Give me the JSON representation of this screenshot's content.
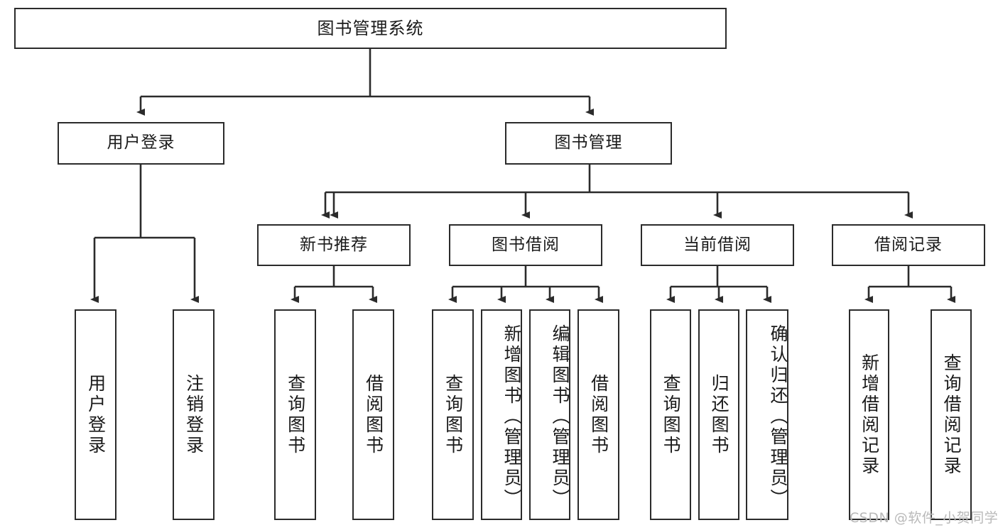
{
  "diagram": {
    "title": "图书管理系统",
    "type": "hierarchy-tree",
    "watermark": "CSDN @软件_小贺同学",
    "colors": {
      "stroke": "#2b2b2b",
      "fill": "#ffffff",
      "text": "#1a1a1a",
      "watermark": "#b9b9b9"
    },
    "levels": [
      {
        "level": 1,
        "nodes": [
          {
            "id": "root",
            "label": "图书管理系统"
          }
        ]
      },
      {
        "level": 2,
        "nodes": [
          {
            "id": "login",
            "label": "用户登录",
            "parent": "root"
          },
          {
            "id": "bookmgmt",
            "label": "图书管理",
            "parent": "root"
          }
        ]
      },
      {
        "level": 3,
        "nodes": [
          {
            "id": "newbook",
            "label": "新书推荐",
            "parent": "bookmgmt"
          },
          {
            "id": "borrow",
            "label": "图书借阅",
            "parent": "bookmgmt"
          },
          {
            "id": "current",
            "label": "当前借阅",
            "parent": "bookmgmt"
          },
          {
            "id": "record",
            "label": "借阅记录",
            "parent": "bookmgmt"
          }
        ]
      },
      {
        "level": 4,
        "nodes": [
          {
            "id": "leaf-user-login",
            "label": "用户登录",
            "parent": "login"
          },
          {
            "id": "leaf-user-logout",
            "label": "注销登录",
            "parent": "login"
          },
          {
            "id": "leaf-newbook-query",
            "label": "查询图书",
            "parent": "newbook"
          },
          {
            "id": "leaf-newbook-borrow",
            "label": "借阅图书",
            "parent": "newbook"
          },
          {
            "id": "leaf-borrow-query",
            "label": "查询图书",
            "parent": "borrow"
          },
          {
            "id": "leaf-borrow-add",
            "label": "新增图书（管理员）",
            "parent": "borrow"
          },
          {
            "id": "leaf-borrow-edit",
            "label": "编辑图书（管理员）",
            "parent": "borrow"
          },
          {
            "id": "leaf-borrow-lend",
            "label": "借阅图书",
            "parent": "borrow"
          },
          {
            "id": "leaf-current-query",
            "label": "查询图书",
            "parent": "current"
          },
          {
            "id": "leaf-current-return",
            "label": "归还图书",
            "parent": "current"
          },
          {
            "id": "leaf-current-confirm",
            "label": "确认归还（管理员）",
            "parent": "current"
          },
          {
            "id": "leaf-record-add",
            "label": "新增借阅记录",
            "parent": "record"
          },
          {
            "id": "leaf-record-query",
            "label": "查询借阅记录",
            "parent": "record"
          }
        ]
      }
    ]
  }
}
